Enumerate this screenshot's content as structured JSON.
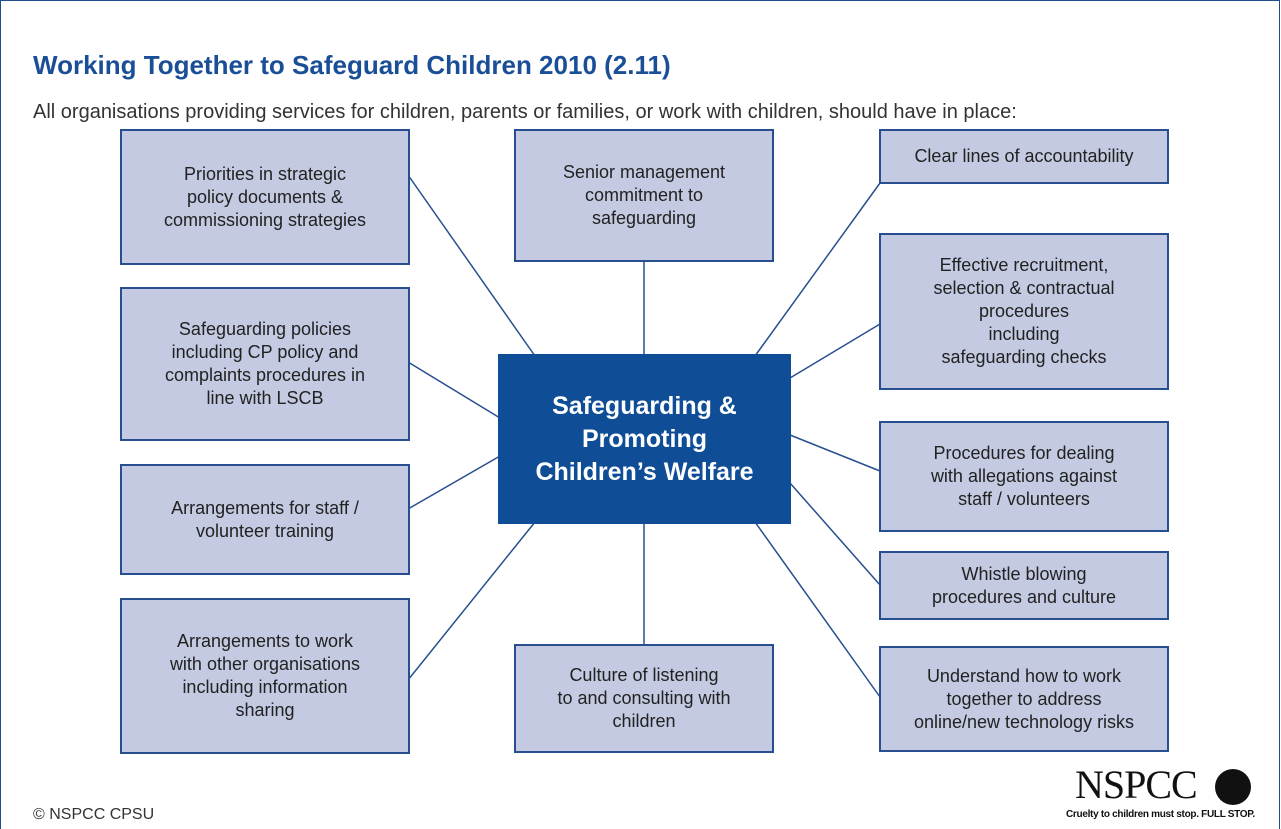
{
  "title": "Working Together to Safeguard Children 2010 (2.11)",
  "intro": "All organisations providing services for children, parents or families, or work with children, should have in place:",
  "center": "Safeguarding &\nPromoting\nChildren’s Welfare",
  "boxes": {
    "priorities": "Priorities in strategic\npolicy documents &\ncommissioning strategies",
    "safeguarding_policies": "Safeguarding policies\nincluding CP policy and\ncomplaints procedures in\nline with LSCB",
    "staff_training": "Arrangements for staff /\nvolunteer training",
    "work_with_others": "Arrangements to work\nwith other organisations\nincluding information\nsharing",
    "senior_management": "Senior management\ncommitment to\nsafeguarding",
    "culture_listening": "Culture of listening\nto and consulting with\nchildren",
    "accountability": "Clear lines of accountability",
    "recruitment": "Effective recruitment,\nselection & contractual\nprocedures\nincluding\nsafeguarding checks",
    "allegations": "Procedures for dealing\nwith allegations against\nstaff / volunteers",
    "whistle_blowing": "Whistle blowing\nprocedures and culture",
    "online_risks": "Understand how to work\ntogether to address\nonline/new technology risks"
  },
  "footer": {
    "copyright": "© NSPCC CPSU",
    "logo_word": "NSPCC",
    "logo_tagline": "Cruelty to children must stop. FULL STOP."
  },
  "colors": {
    "accent": "#1a4f97",
    "center_fill": "#0f4d96",
    "box_fill": "#c3cae1",
    "box_border": "#274f8f"
  }
}
